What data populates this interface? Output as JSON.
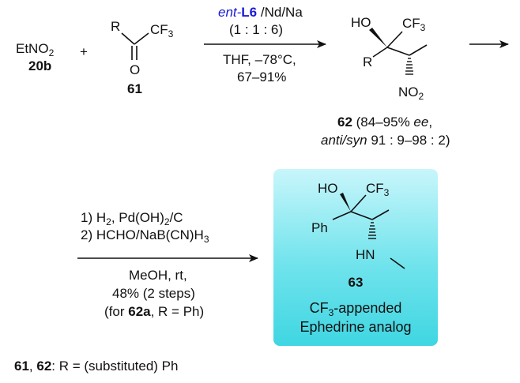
{
  "reactants": {
    "etno2_main": "EtNO",
    "etno2_sub": "2",
    "etno2_id": "20b",
    "plus": "+",
    "ketone_r": "R",
    "ketone_cf3_main": "CF",
    "ketone_cf3_sub": "3",
    "ketone_o": "O",
    "ketone_id": "61"
  },
  "step1": {
    "catalyst_prefix": "ent-",
    "catalyst_name": "L6",
    "catalyst_metals": " /Nd/Na",
    "ratio": "(1 : 1 : 6)",
    "solvent": "THF, –78°C,",
    "yield": "67–91%"
  },
  "product62": {
    "ho": "HO",
    "cf3_main": "CF",
    "cf3_sub": "3",
    "r": "R",
    "no2_main": "NO",
    "no2_sub": "2",
    "id": "62",
    "ee_pre": " (84–95% ",
    "ee_italic": "ee",
    "ee_post": ",",
    "dr_italic": "anti/syn",
    "dr_value": " 91 : 9–98 : 2)"
  },
  "step2": {
    "line1_pre": "1) H",
    "line1_sub1": "2",
    "line1_mid": ", Pd(OH)",
    "line1_sub2": "2",
    "line1_post": "/C",
    "line2_pre": "2) HCHO/NaB(CN)H",
    "line2_sub": "3",
    "conditions": "MeOH, rt,",
    "yield": "48% (2 steps)",
    "note_pre": "(for ",
    "note_bold": "62a",
    "note_post": ", R = Ph)"
  },
  "product63": {
    "ho": "HO",
    "cf3_main": "CF",
    "cf3_sub": "3",
    "ph": "Ph",
    "hn": "HN",
    "id": "63",
    "caption1_pre": "CF",
    "caption1_sub": "3",
    "caption1_post": "-appended",
    "caption2": "Ephedrine analog",
    "box_color": "#5fe0ea"
  },
  "footnote": {
    "ids_a": "61",
    "sep": ", ",
    "ids_b": "62",
    "text": ": R = (substituted) Ph"
  }
}
